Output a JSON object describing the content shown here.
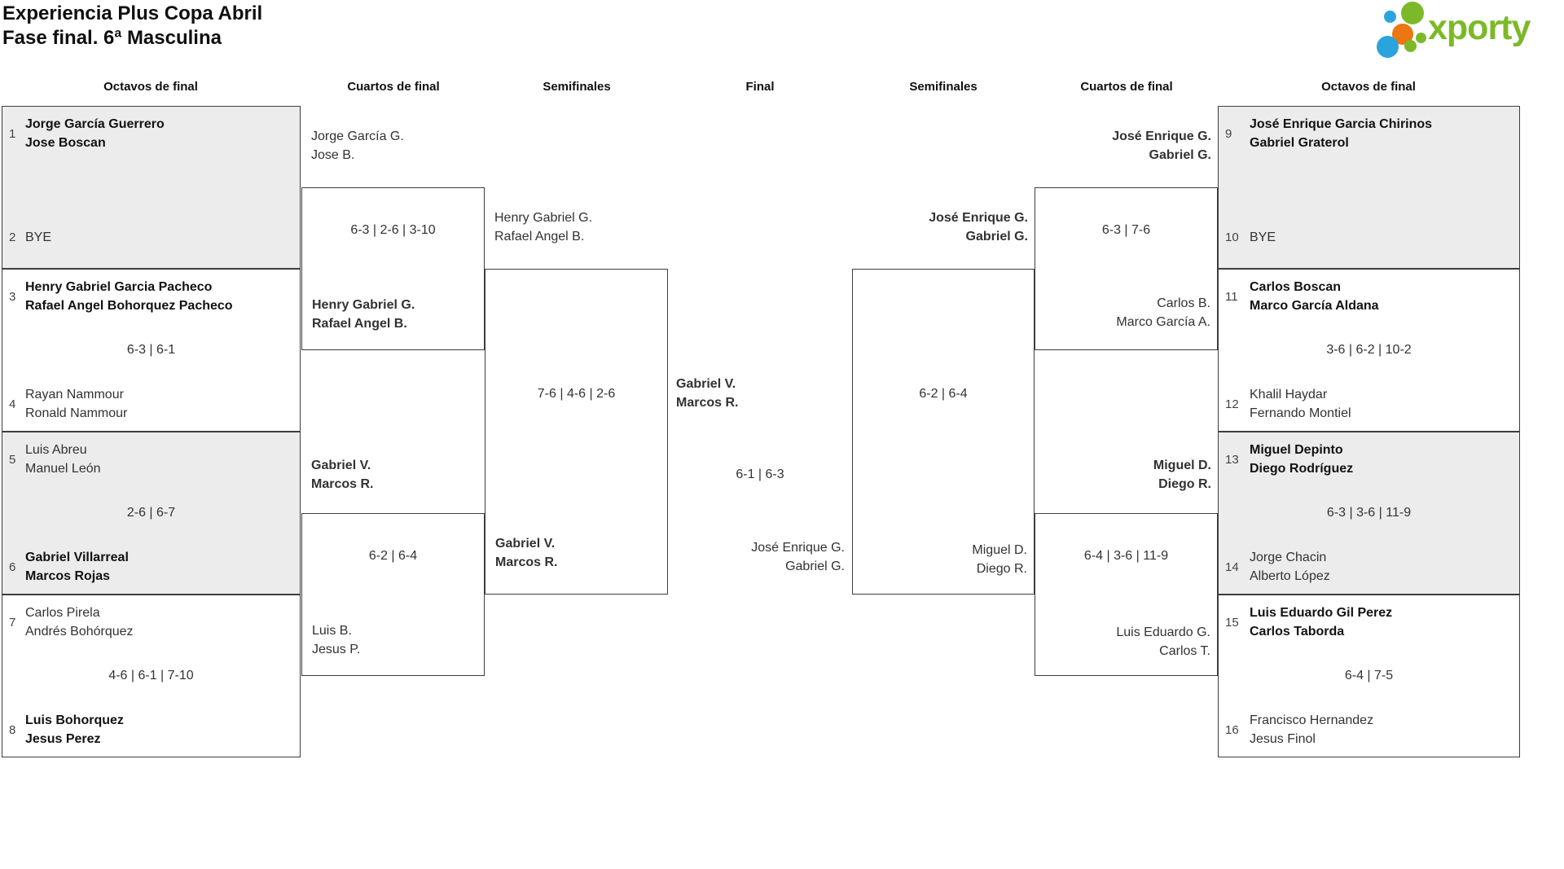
{
  "header": {
    "title_line1": "Experiencia Plus Copa Abril",
    "title_line2": "Fase final. 6ª Masculina"
  },
  "logo": {
    "text": "xporty",
    "green": "#7cb928",
    "blue": "#2ba4dd",
    "orange": "#ec7612"
  },
  "rounds": [
    "Octavos de final",
    "Cuartos de final",
    "Semifinales",
    "Final",
    "Semifinales",
    "Cuartos de final",
    "Octavos de final"
  ],
  "colors": {
    "box_border": "#3d3d3d",
    "shaded_box_bg": "#ececec",
    "text": "#323232"
  },
  "bracket": {
    "r16_left": [
      {
        "seed_top": "1",
        "top1": "Jorge García Guerrero",
        "top2": "Jose Boscan",
        "seed_bottom": "2",
        "bot1": "BYE",
        "bot2": "",
        "score": "",
        "winner": "top"
      },
      {
        "seed_top": "3",
        "top1": "Henry Gabriel Garcia Pacheco",
        "top2": "Rafael Angel Bohorquez Pacheco",
        "seed_bottom": "4",
        "bot1": "Rayan Nammour",
        "bot2": "Ronald Nammour",
        "score": "6-3 | 6-1",
        "winner": "top"
      },
      {
        "seed_top": "5",
        "top1": "Luis Abreu",
        "top2": "Manuel León",
        "seed_bottom": "6",
        "bot1": "Gabriel Villarreal",
        "bot2": "Marcos Rojas",
        "score": "2-6 | 6-7",
        "winner": "bottom"
      },
      {
        "seed_top": "7",
        "top1": "Carlos Pirela",
        "top2": "Andrés Bohórquez",
        "seed_bottom": "8",
        "bot1": "Luis Bohorquez",
        "bot2": "Jesus Perez",
        "score": "4-6 | 6-1 | 7-10",
        "winner": "bottom"
      }
    ],
    "qf_left": [
      {
        "top1": "Jorge García G.",
        "top2": "Jose B.",
        "score": "6-3 | 2-6 | 3-10",
        "bottom1": "Henry Gabriel G.",
        "bottom2": "Rafael Angel B.",
        "winner": "bottom"
      },
      {
        "top1": "Gabriel V.",
        "top2": "Marcos R.",
        "score": "6-2 | 6-4",
        "bottom1": "Luis B.",
        "bottom2": "Jesus P.",
        "winner": "top"
      }
    ],
    "sf_left": {
      "top1": "Henry Gabriel G.",
      "top2": "Rafael Angel B.",
      "score": "7-6 | 4-6 | 2-6",
      "bottom1": "Gabriel V.",
      "bottom2": "Marcos R.",
      "winner": "bottom"
    },
    "final_match": {
      "top1": "Gabriel V.",
      "top2": "Marcos R.",
      "score": "6-1 | 6-3",
      "bottom1": "José Enrique G.",
      "bottom2": "Gabriel G.",
      "winner": "top"
    },
    "sf_right": {
      "top1": "José Enrique G.",
      "top2": "Gabriel G.",
      "score": "6-2 | 6-4",
      "bottom1": "Miguel D.",
      "bottom2": "Diego R.",
      "winner": "top"
    },
    "qf_right": [
      {
        "top1": "José Enrique G.",
        "top2": "Gabriel G.",
        "score": "6-3 | 7-6",
        "bottom1": "Carlos B.",
        "bottom2": "Marco García A.",
        "winner": "top"
      },
      {
        "top1": "Miguel D.",
        "top2": "Diego R.",
        "score": "6-4 | 3-6 | 11-9",
        "bottom1": "Luis Eduardo G.",
        "bottom2": "Carlos T.",
        "winner": "top"
      }
    ],
    "r16_right": [
      {
        "seed_top": "9",
        "top1": "José Enrique Garcia Chirinos",
        "top2": "Gabriel Graterol",
        "seed_bottom": "10",
        "bot1": "BYE",
        "bot2": "",
        "score": "",
        "winner": "top"
      },
      {
        "seed_top": "11",
        "top1": "Carlos Boscan",
        "top2": "Marco García Aldana",
        "seed_bottom": "12",
        "bot1": "Khalil Haydar",
        "bot2": "Fernando Montiel",
        "score": "3-6 | 6-2 | 10-2",
        "winner": "top"
      },
      {
        "seed_top": "13",
        "top1": "Miguel Depinto",
        "top2": "Diego Rodríguez",
        "seed_bottom": "14",
        "bot1": "Jorge Chacin",
        "bot2": "Alberto López",
        "score": "6-3 | 3-6 | 11-9",
        "winner": "top"
      },
      {
        "seed_top": "15",
        "top1": "Luis Eduardo Gil Perez",
        "top2": "Carlos Taborda",
        "seed_bottom": "16",
        "bot1": "Francisco Hernandez",
        "bot2": "Jesus Finol",
        "score": "6-4 | 7-5",
        "winner": "top"
      }
    ]
  }
}
